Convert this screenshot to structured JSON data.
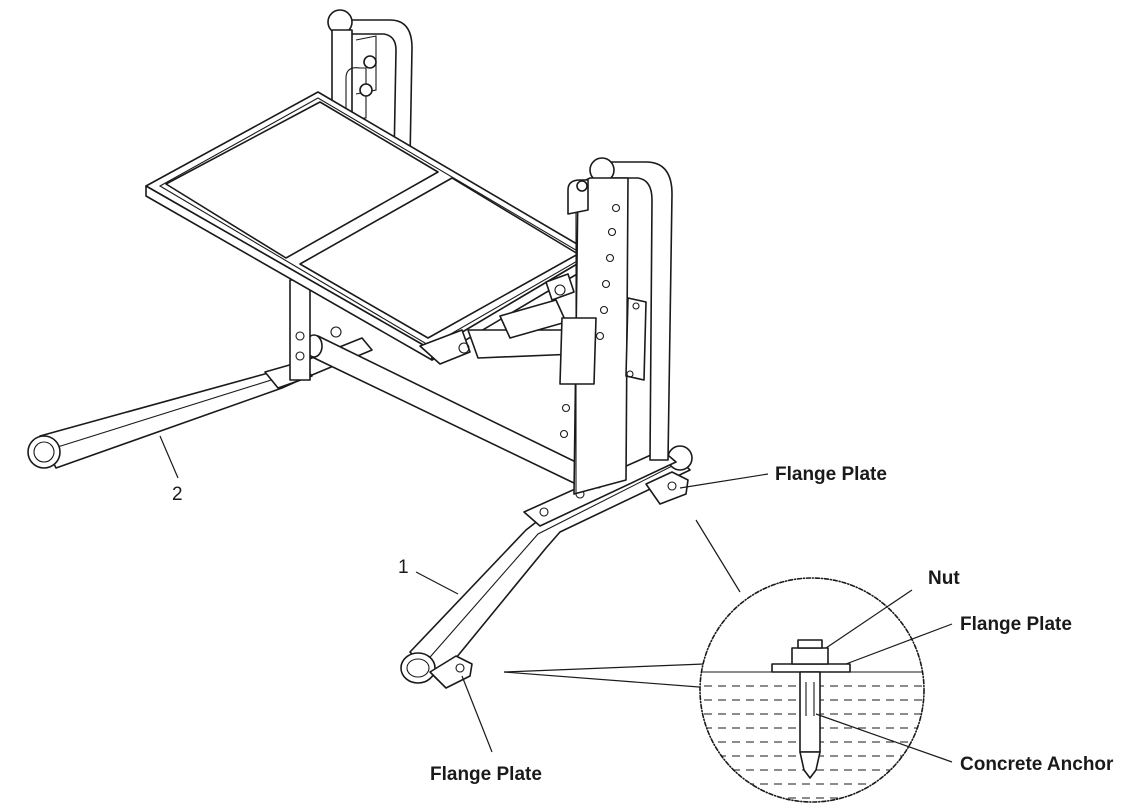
{
  "labels": {
    "part_1": "1",
    "part_2": "2",
    "flange_plate_top": "Flange Plate",
    "flange_plate_bottom": "Flange Plate",
    "detail_nut": "Nut",
    "detail_flange_plate": "Flange Plate",
    "detail_concrete_anchor": "Concrete Anchor"
  }
}
